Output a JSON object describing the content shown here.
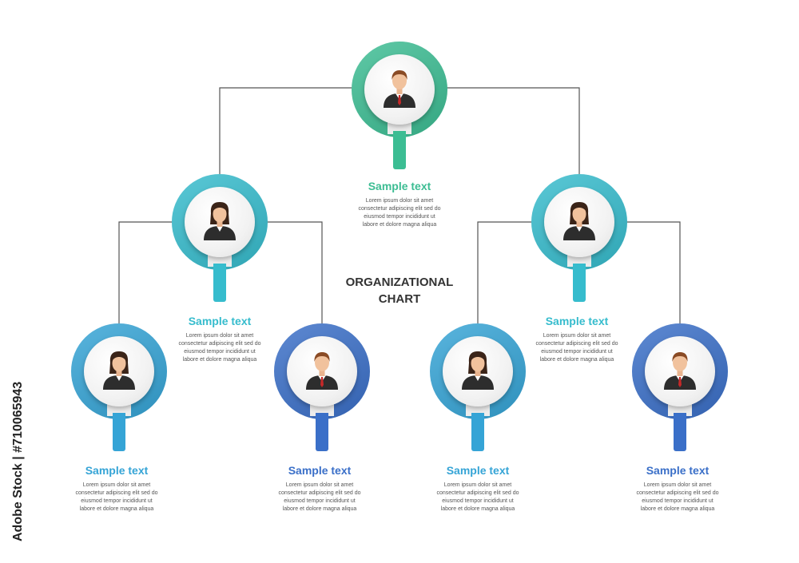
{
  "title": {
    "line1": "ORGANIZATIONAL",
    "line2": "CHART"
  },
  "watermark_id": "Adobe Stock | #710065943",
  "colors": {
    "level1": "#3cbd93",
    "level2": "#36bccd",
    "left_group": "#35a4d6",
    "right_group": "#3a6fc8",
    "connector": "#555555"
  },
  "nodes": [
    {
      "id": "ceo",
      "level": 1,
      "avatar": "businessman",
      "color": "#3cbd93",
      "title": "Sample text",
      "body": "Lorem ipsum dolor sit amet consectetur adipiscing elit sed do eiusmod tempor incididunt ut labore et dolore magna aliqua"
    },
    {
      "id": "manager-left",
      "level": 2,
      "avatar": "businesswoman",
      "color": "#36bccd",
      "title": "Sample text",
      "body": "Lorem ipsum dolor sit amet consectetur adipiscing elit sed do eiusmod tempor incididunt ut labore et dolore magna aliqua"
    },
    {
      "id": "manager-right",
      "level": 2,
      "avatar": "businesswoman",
      "color": "#36bccd",
      "title": "Sample text",
      "body": "Lorem ipsum dolor sit amet consectetur adipiscing elit sed do eiusmod tempor incididunt ut labore et dolore magna aliqua"
    },
    {
      "id": "staff-1",
      "level": 3,
      "avatar": "businesswoman",
      "color": "#35a4d6",
      "title": "Sample text",
      "body": "Lorem ipsum dolor sit amet consectetur adipiscing elit sed do eiusmod tempor incididunt ut labore et dolore magna aliqua"
    },
    {
      "id": "staff-2",
      "level": 3,
      "avatar": "businessman",
      "color": "#3a6fc8",
      "title": "Sample text",
      "body": "Lorem ipsum dolor sit amet consectetur adipiscing elit sed do eiusmod tempor incididunt ut labore et dolore magna aliqua"
    },
    {
      "id": "staff-3",
      "level": 3,
      "avatar": "businesswoman",
      "color": "#35a4d6",
      "title": "Sample text",
      "body": "Lorem ipsum dolor sit amet consectetur adipiscing elit sed do eiusmod tempor incididunt ut labore et dolore magna aliqua"
    },
    {
      "id": "staff-4",
      "level": 3,
      "avatar": "businessman",
      "color": "#3a6fc8",
      "title": "Sample text",
      "body": "Lorem ipsum dolor sit amet consectetur adipiscing elit sed do eiusmod tempor incididunt ut labore et dolore magna aliqua"
    }
  ],
  "edges": [
    {
      "from": "ceo",
      "to": "manager-left"
    },
    {
      "from": "ceo",
      "to": "manager-right"
    },
    {
      "from": "manager-left",
      "to": "staff-1"
    },
    {
      "from": "manager-left",
      "to": "staff-2"
    },
    {
      "from": "manager-right",
      "to": "staff-3"
    },
    {
      "from": "manager-right",
      "to": "staff-4"
    }
  ]
}
